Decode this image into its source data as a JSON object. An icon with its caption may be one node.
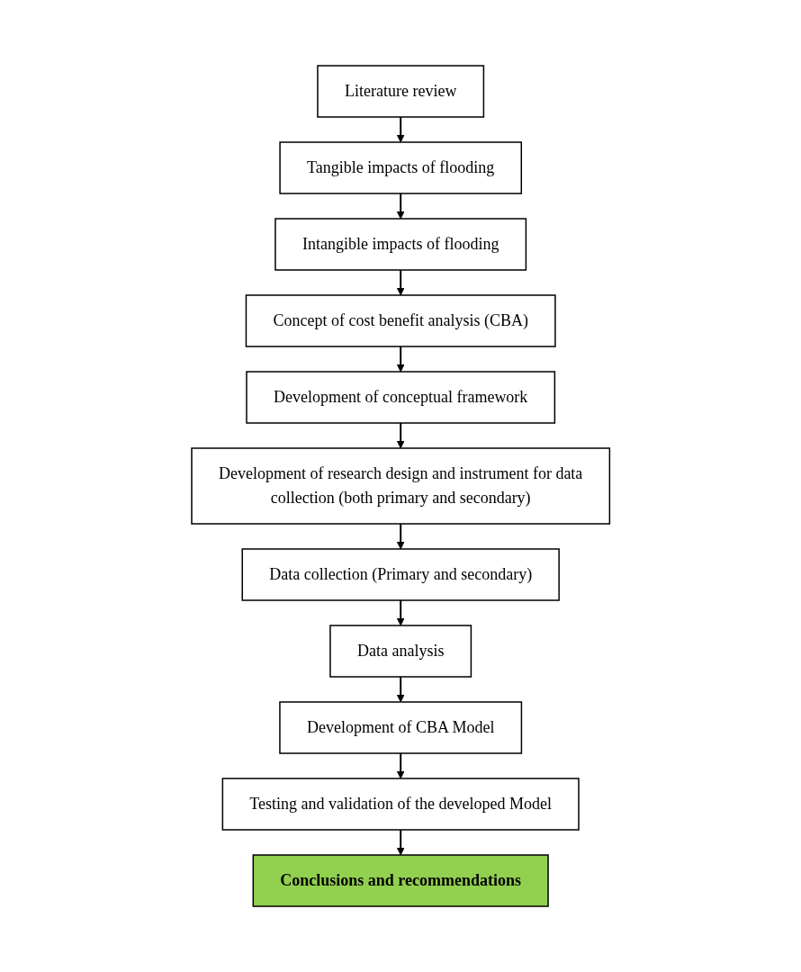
{
  "diagram": {
    "nodes": [
      {
        "text": [
          "Literature review"
        ]
      },
      {
        "text": [
          "Tangible impacts of flooding"
        ]
      },
      {
        "text": [
          "Intangible impacts of flooding"
        ]
      },
      {
        "text": [
          "Concept of cost benefit analysis (CBA)"
        ]
      },
      {
        "text": [
          "Development of conceptual framework"
        ]
      },
      {
        "text": [
          "Development of research design and instrument for data collection (both primary and secondary)"
        ]
      },
      {
        "text": [
          "Data collection (Primary and secondary)"
        ]
      },
      {
        "text": [
          "Data analysis"
        ]
      },
      {
        "text": [
          "Development of CBA Model"
        ]
      },
      {
        "text": [
          "Testing and validation of the developed Model"
        ]
      },
      {
        "text": [
          "Conclusions and recommendations"
        ]
      }
    ],
    "edges": [
      {
        "from": 0,
        "to": 1,
        "arrow": "to"
      },
      {
        "from": 1,
        "to": 2,
        "arrow": "to"
      },
      {
        "from": 2,
        "to": 3,
        "arrow": "to"
      },
      {
        "from": 3,
        "to": 4,
        "arrow": "to"
      },
      {
        "from": 4,
        "to": 5,
        "arrow": "to"
      },
      {
        "from": 5,
        "to": 6,
        "arrow": "to"
      },
      {
        "from": 6,
        "to": 7,
        "arrow": "to"
      },
      {
        "from": 7,
        "to": 8,
        "arrow": "to"
      },
      {
        "from": 8,
        "to": 9,
        "arrow": "to"
      },
      {
        "from": 9,
        "to": 10,
        "arrow": "to"
      }
    ]
  }
}
